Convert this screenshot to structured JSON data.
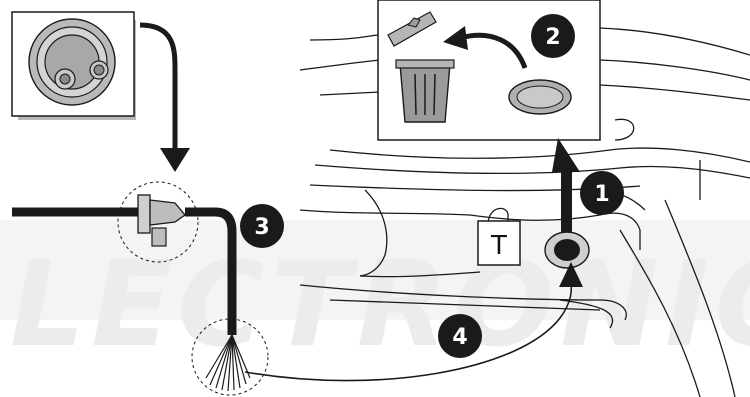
{
  "watermark": "LECTRONIC",
  "steps": [
    "1",
    "2",
    "3",
    "4"
  ],
  "part_label": "T",
  "colors": {
    "ink": "#1a1a1a",
    "fill_gray": "#9a9a9a",
    "light_gray": "#d0d0d0",
    "watermark": "#ececec"
  }
}
